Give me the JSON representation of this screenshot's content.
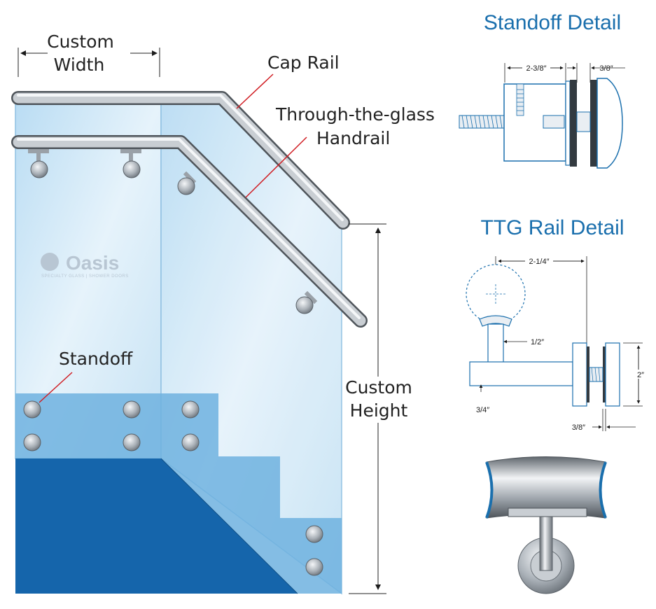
{
  "diagram": {
    "labels": {
      "custom_width": [
        "Custom",
        "Width"
      ],
      "cap_rail": "Cap Rail",
      "through_glass_handrail": [
        "Through-the-glass",
        "Handrail"
      ],
      "standoff": "Standoff",
      "custom_height": [
        "Custom",
        "Height"
      ]
    },
    "logo": {
      "name": "Oasis",
      "tagline": "SPECIALTY GLASS | SHOWER DOORS"
    }
  },
  "standoff_detail": {
    "title": "Standoff Detail",
    "dim_body": "2-3/8″",
    "dim_gap": "3/8″"
  },
  "ttg_rail_detail": {
    "title": "TTG Rail Detail",
    "dim_reach": "2-1/4″",
    "dim_stem": "1/2″",
    "dim_height": "2″",
    "dim_thickness": "3/4″",
    "dim_gap": "3/8″"
  },
  "colors": {
    "accent_blue": "#1a6fad",
    "stair_blue": "#1565ab",
    "glass_tint": "#cfe6f5",
    "callout_red": "#d01c22",
    "steel": "#8d939a"
  }
}
